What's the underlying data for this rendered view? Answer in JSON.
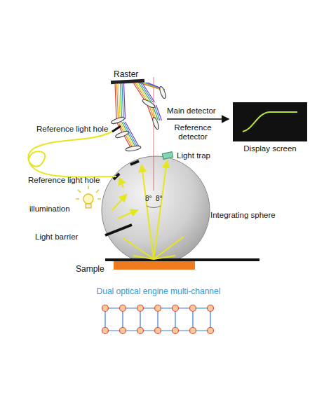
{
  "diagram": {
    "nodes": [
      {
        "text": [
          "Display screen"
        ]
      }
    ],
    "edges": [],
    "labels": [
      "Raster",
      "Main detector",
      "Reference detector",
      "Reference light hole",
      "Light trap",
      "Reference light hole",
      "illumination",
      "8°",
      "8°",
      "Integrating sphere",
      "Light barrier",
      "Sample",
      "Dual optical engine multi-channel"
    ]
  }
}
